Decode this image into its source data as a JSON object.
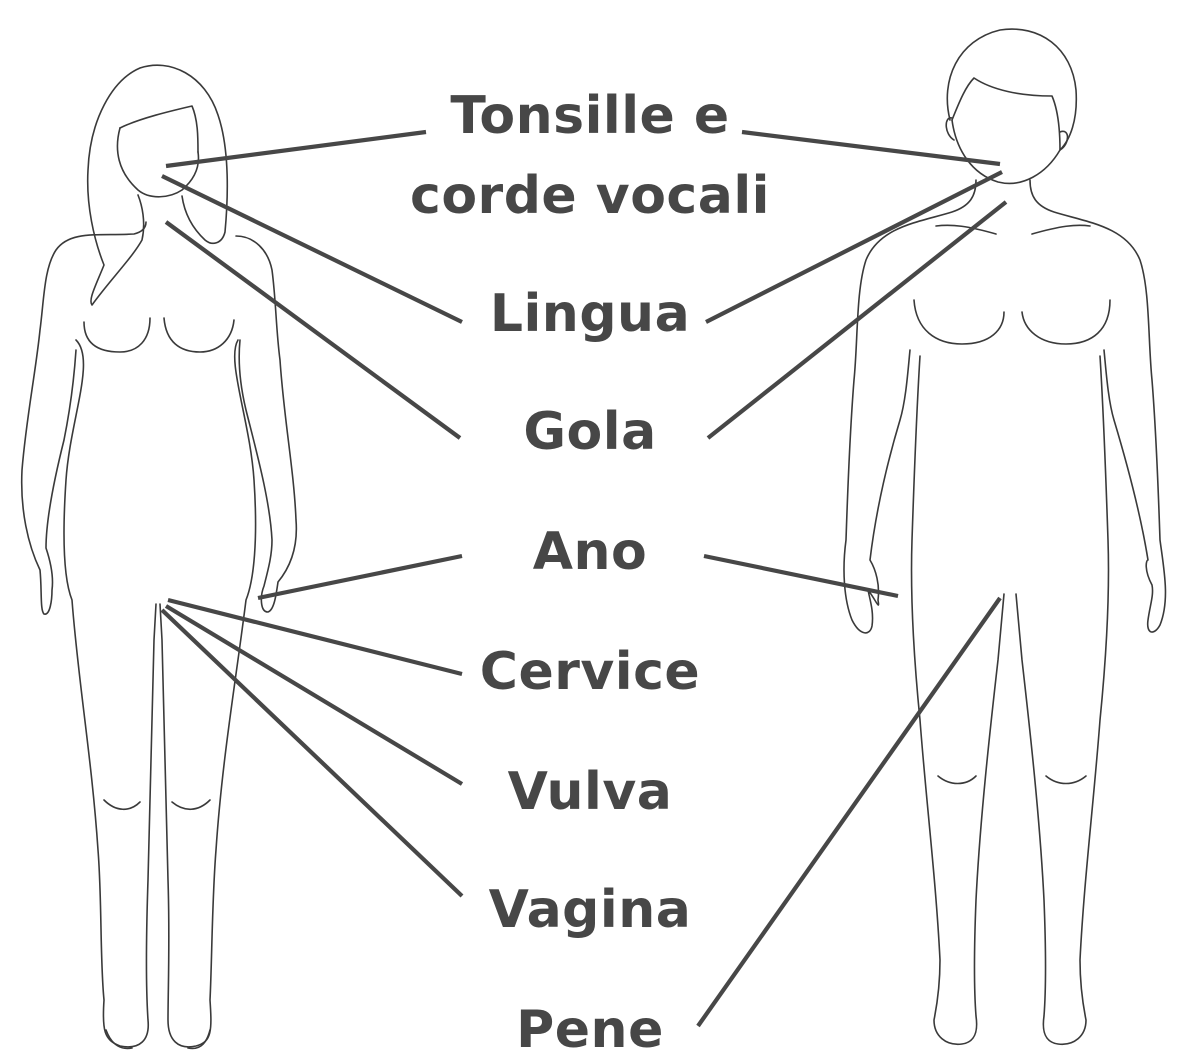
{
  "labels": {
    "tonsils_line1": "Tonsille e",
    "tonsils_line2": "corde vocali",
    "tongue": "Lingua",
    "throat": "Gola",
    "anus": "Ano",
    "cervix": "Cervice",
    "vulva": "Vulva",
    "vagina": "Vagina",
    "penis": "Pene"
  },
  "colors": {
    "text": "#474747",
    "leader_lines": "#474747",
    "outline": "#3a3a3a",
    "background": "#ffffff"
  }
}
